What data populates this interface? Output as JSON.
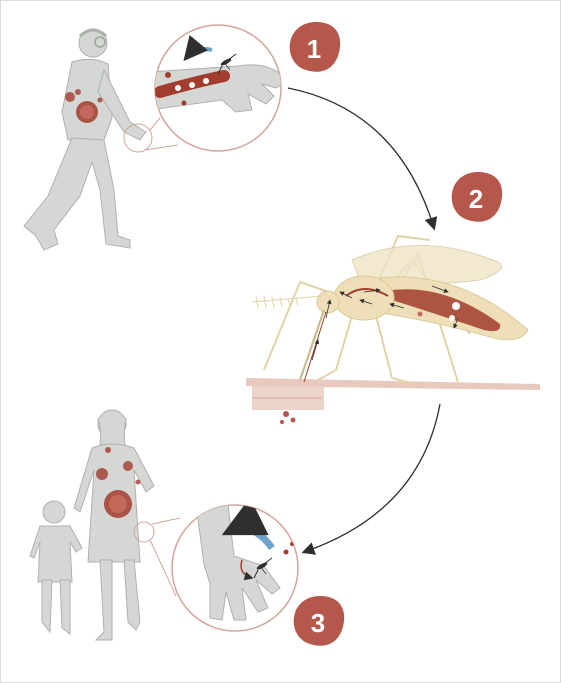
{
  "steps": [
    {
      "number": "1"
    },
    {
      "number": "2"
    },
    {
      "number": "3"
    }
  ],
  "colors": {
    "badge": "#b5574b",
    "figure": "#d4d7d3",
    "figure_stroke": "#aeb2ad",
    "blood": "#a23c2e",
    "mosquito_body": "#eedfb9",
    "mosquito_stroke": "#d9c99a",
    "arrow_blue": "#6ea3cc",
    "skin": "#e8c9bd",
    "zoom_circle": "#d4a59a"
  },
  "icons": {
    "infected-man": "walking-man-figure",
    "mosquito": "mosquito-illustration",
    "mother-child": "woman-and-child-figures",
    "bite-zoom": "zoomed-hand-with-mosquito"
  }
}
